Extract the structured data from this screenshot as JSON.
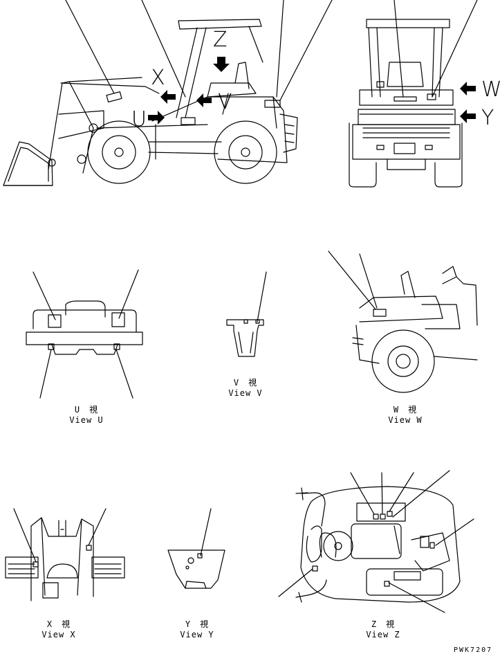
{
  "views": {
    "u": {
      "jp": "U　視",
      "en": "View U"
    },
    "v": {
      "jp": "V　視",
      "en": "View V"
    },
    "w": {
      "jp": "W　視",
      "en": "View W"
    },
    "x": {
      "jp": "X　視",
      "en": "View X"
    },
    "y": {
      "jp": "Y　視",
      "en": "View Y"
    },
    "z": {
      "jp": "Z　視",
      "en": "View Z"
    }
  },
  "arrow_letters": {
    "z": "Z",
    "x": "X",
    "u": "U",
    "v": "V",
    "w": "W",
    "y": "Y"
  },
  "drawing_code": "PWK7207"
}
